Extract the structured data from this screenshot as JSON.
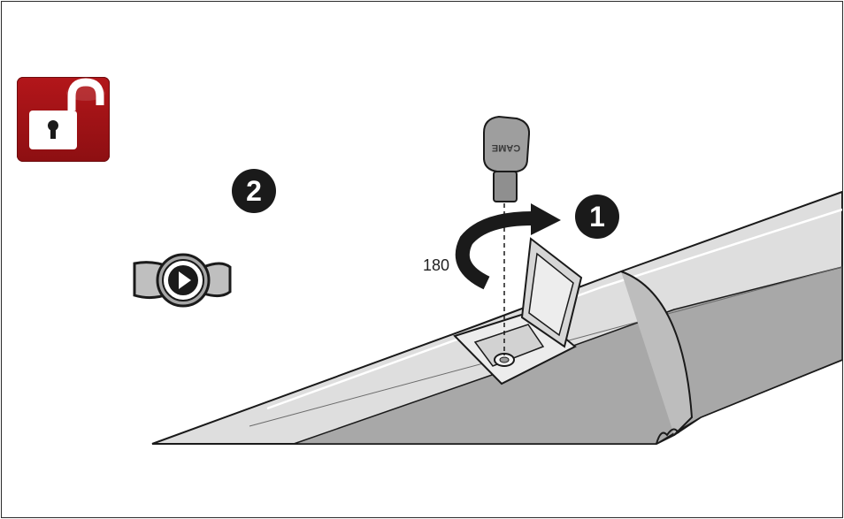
{
  "illustration": {
    "step_one": "1",
    "step_two": "2",
    "rotation_label": "180",
    "key_brand": "CAME",
    "lock_state": "unlocked"
  },
  "colors": {
    "badge_red": "#a51417",
    "outline": "#1a1a1a",
    "body_light": "#dcdcdc",
    "body_shadow": "#a4a4a4"
  }
}
